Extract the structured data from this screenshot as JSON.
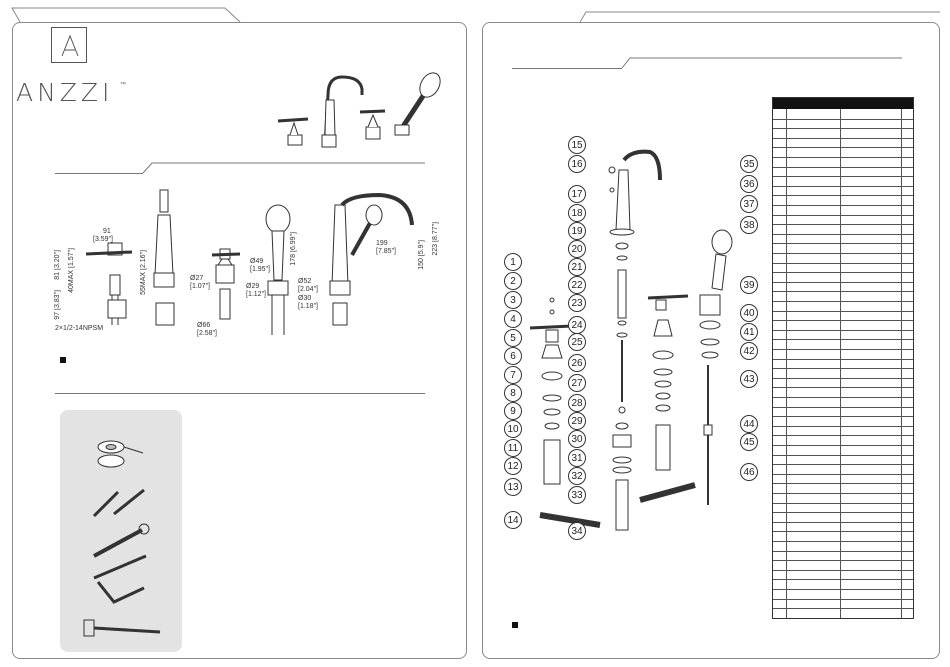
{
  "brand": {
    "name": "ANZZI",
    "tm": "™"
  },
  "dimensions": {
    "d1": "91",
    "d1_in": "[3.59\"]",
    "d2": "81",
    "d2_in": "[3.20\"]",
    "d3": "40MAX",
    "d3_in": "[1.57\"]",
    "d4": "97",
    "d4_in": "[3.83\"]",
    "thread": "2×1/2-14NPSM",
    "d5": "55MAX",
    "d5_in": "[2.16\"]",
    "d6": "Ø27",
    "d6_in": "[1.07\"]",
    "d7": "Ø66",
    "d7_in": "[2.58\"]",
    "d8": "Ø29",
    "d8_in": "[1.12\"]",
    "d9": "Ø49",
    "d9_in": "[1.95\"]",
    "d10": "178",
    "d10_in": "[6.99\"]",
    "d11": "Ø52",
    "d11_in": "[2.04\"]",
    "d12": "Ø30",
    "d12_in": "[1.18\"]",
    "d13": "199",
    "d13_in": "[7.85\"]",
    "d14": "150",
    "d14_in": "[5.9\"]",
    "d15": "223",
    "d15_in": "[8.77\"]"
  },
  "callouts": [
    "1",
    "2",
    "3",
    "4",
    "5",
    "6",
    "7",
    "8",
    "9",
    "10",
    "11",
    "12",
    "13",
    "14",
    "15",
    "16",
    "17",
    "18",
    "19",
    "20",
    "21",
    "22",
    "23",
    "24",
    "25",
    "26",
    "27",
    "28",
    "29",
    "30",
    "31",
    "32",
    "33",
    "34",
    "35",
    "36",
    "37",
    "38",
    "39",
    "40",
    "41",
    "42",
    "43",
    "44",
    "45",
    "46"
  ]
}
